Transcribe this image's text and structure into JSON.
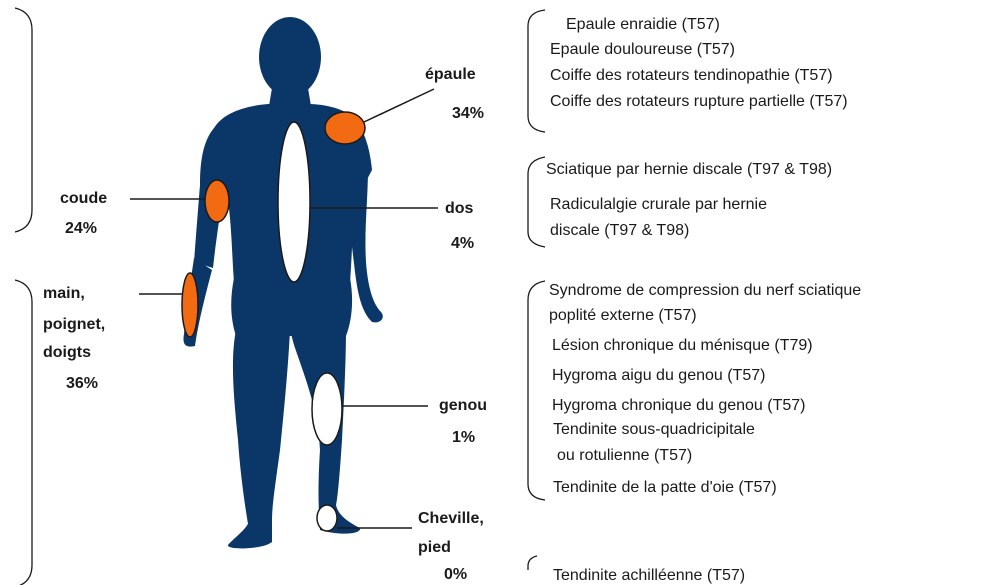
{
  "colors": {
    "body": "#0b3768",
    "highlight": "#f26a11",
    "neutral": "#ffffff",
    "outline": "#1a1a1a"
  },
  "regions": {
    "epaule": {
      "name": "épaule",
      "percent": "34%",
      "level": "highlight",
      "conditions": [
        "Epaule enraidie (T57)",
        "Epaule douloureuse (T57)",
        "Coiffe des rotateurs tendinopathie (T57)",
        "Coiffe des rotateurs rupture partielle (T57)"
      ]
    },
    "coude": {
      "name": "coude",
      "percent": "24%",
      "level": "highlight"
    },
    "dos": {
      "name": "dos",
      "percent": "4%",
      "level": "neutral",
      "conditions": [
        "Sciatique par hernie discale (T97 & T98)",
        "Radiculalgie crurale par hernie",
        "discale (T97 & T98)"
      ]
    },
    "main": {
      "name_lines": [
        "main,",
        "poignet,",
        "doigts"
      ],
      "percent": "36%",
      "level": "highlight"
    },
    "genou": {
      "name": "genou",
      "percent": "1%",
      "level": "neutral",
      "conditions": [
        "Syndrome de compression du nerf sciatique",
        "poplité externe (T57)",
        "Lésion chronique du ménisque (T79)",
        "Hygroma aigu du genou (T57)",
        "Hygroma chronique du genou (T57)",
        "Tendinite sous-quadricipitale",
        " ou rotulienne (T57)",
        "Tendinite de la patte d'oie (T57)"
      ]
    },
    "cheville": {
      "name": "Cheville,",
      "name2": "pied",
      "percent": "0%",
      "level": "neutral",
      "conditions": [
        "Tendinite achilléenne (T57)"
      ]
    }
  }
}
